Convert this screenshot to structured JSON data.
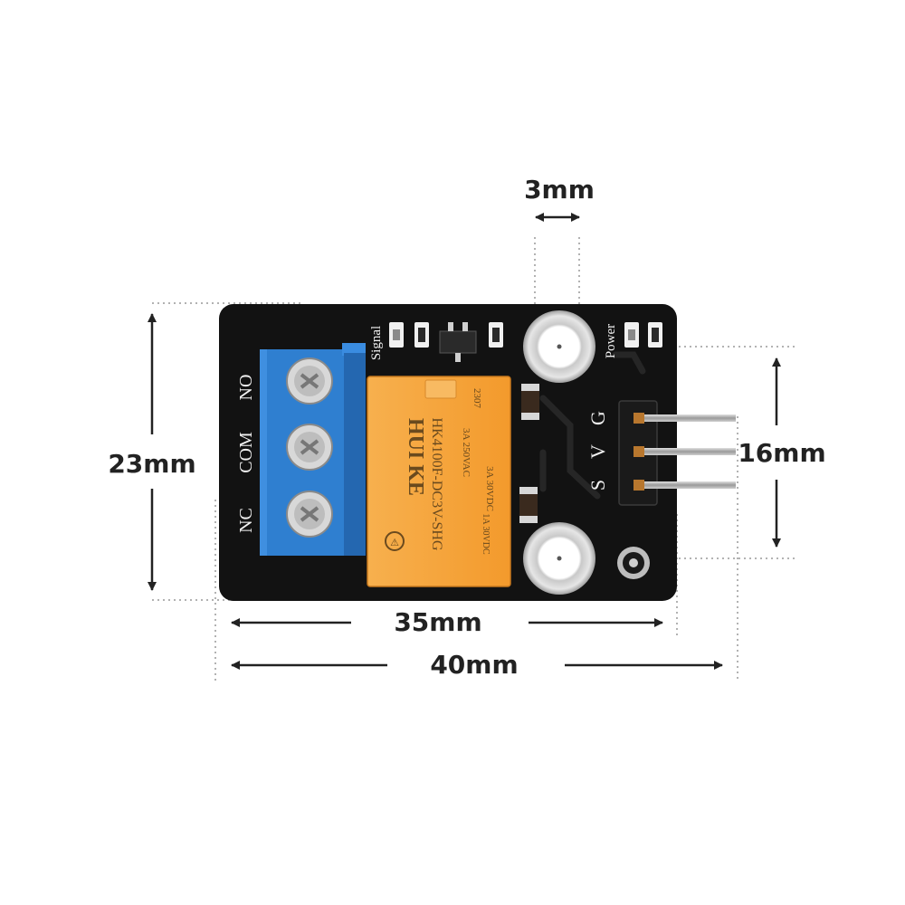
{
  "dimensions": {
    "hole_spacing": "3mm",
    "height": "23mm",
    "pin_span": "16mm",
    "hole_pitch": "35mm",
    "width": "40mm"
  },
  "board": {
    "terminal_labels": [
      "NO",
      "COM",
      "NC"
    ],
    "signal_label": "Signal",
    "power_label": "Power",
    "pin_labels": [
      "G",
      "V",
      "S"
    ]
  },
  "relay": {
    "brand": "HUI KE",
    "code": "2307",
    "model": "HK4100F-DC3V-SHG",
    "rating_1": "3A 250VAC",
    "rating_2": "3A 30VDC",
    "rating_3": "1A 30VDC"
  },
  "colors": {
    "pcb": "#121212",
    "terminal_block": "#2f7fd0",
    "relay_body": "#f5a23a",
    "pin": "#b8b8b8",
    "pin_header": "#1a1a1a"
  }
}
